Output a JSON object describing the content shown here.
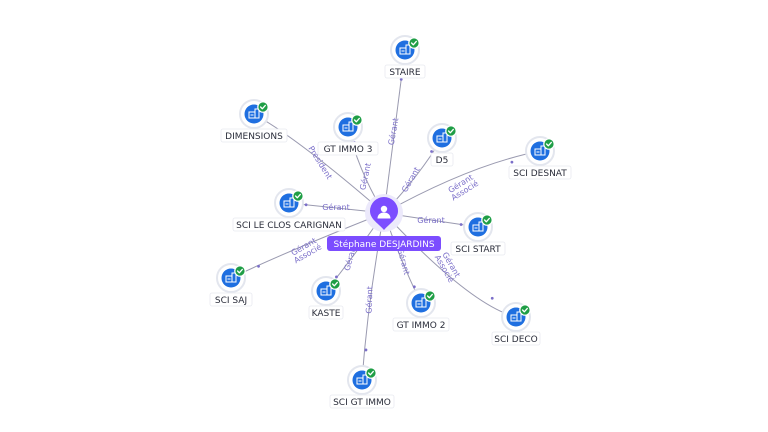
{
  "person": {
    "name": "Stéphane DESJARDINS",
    "icon": "person-icon"
  },
  "companies": [
    {
      "key": "staire",
      "label": "STAIRE",
      "role": "Gérant",
      "icon": "company-building-icon",
      "status": "verified-check-icon"
    },
    {
      "key": "dimensions",
      "label": "DIMENSIONS",
      "role": "Président",
      "icon": "company-building-icon",
      "status": "verified-check-icon"
    },
    {
      "key": "gt-immo-3",
      "label": "GT IMMO 3",
      "role": "Gérant",
      "icon": "company-building-icon",
      "status": "verified-check-icon"
    },
    {
      "key": "d5",
      "label": "D5",
      "role": "Gérant",
      "icon": "company-building-icon",
      "status": "verified-check-icon"
    },
    {
      "key": "sci-desnat",
      "label": "SCI DESNAT",
      "role": "Gérant Associé",
      "icon": "company-building-icon",
      "status": "verified-check-icon"
    },
    {
      "key": "sci-le-clos-carignan",
      "label": "SCI LE CLOS CARIGNAN",
      "role": "Gérant",
      "icon": "company-building-icon",
      "status": "verified-check-icon"
    },
    {
      "key": "sci-start",
      "label": "SCI START",
      "role": "Gérant",
      "icon": "company-building-icon",
      "status": "verified-check-icon"
    },
    {
      "key": "sci-saj",
      "label": "SCI SAJ",
      "role": "Gérant Associé",
      "icon": "company-building-icon",
      "status": "verified-check-icon"
    },
    {
      "key": "kaste",
      "label": "KASTE",
      "role": "Gérant",
      "icon": "company-building-icon",
      "status": "verified-check-icon"
    },
    {
      "key": "gt-immo-2",
      "label": "GT IMMO 2",
      "role": "Gérant",
      "icon": "company-building-icon",
      "status": "verified-check-icon"
    },
    {
      "key": "sci-deco",
      "label": "SCI DECO",
      "role": "Gérant Associé",
      "icon": "company-building-icon",
      "status": "verified-check-icon"
    },
    {
      "key": "sci-gt-immo",
      "label": "SCI GT IMMO",
      "role": "Gérant",
      "icon": "company-building-icon",
      "status": "verified-check-icon"
    }
  ],
  "colors": {
    "accent": "#7c4dff",
    "node": "#1f6fe0",
    "verified": "#1f9e46",
    "edge_label": "#7b6fc9"
  }
}
